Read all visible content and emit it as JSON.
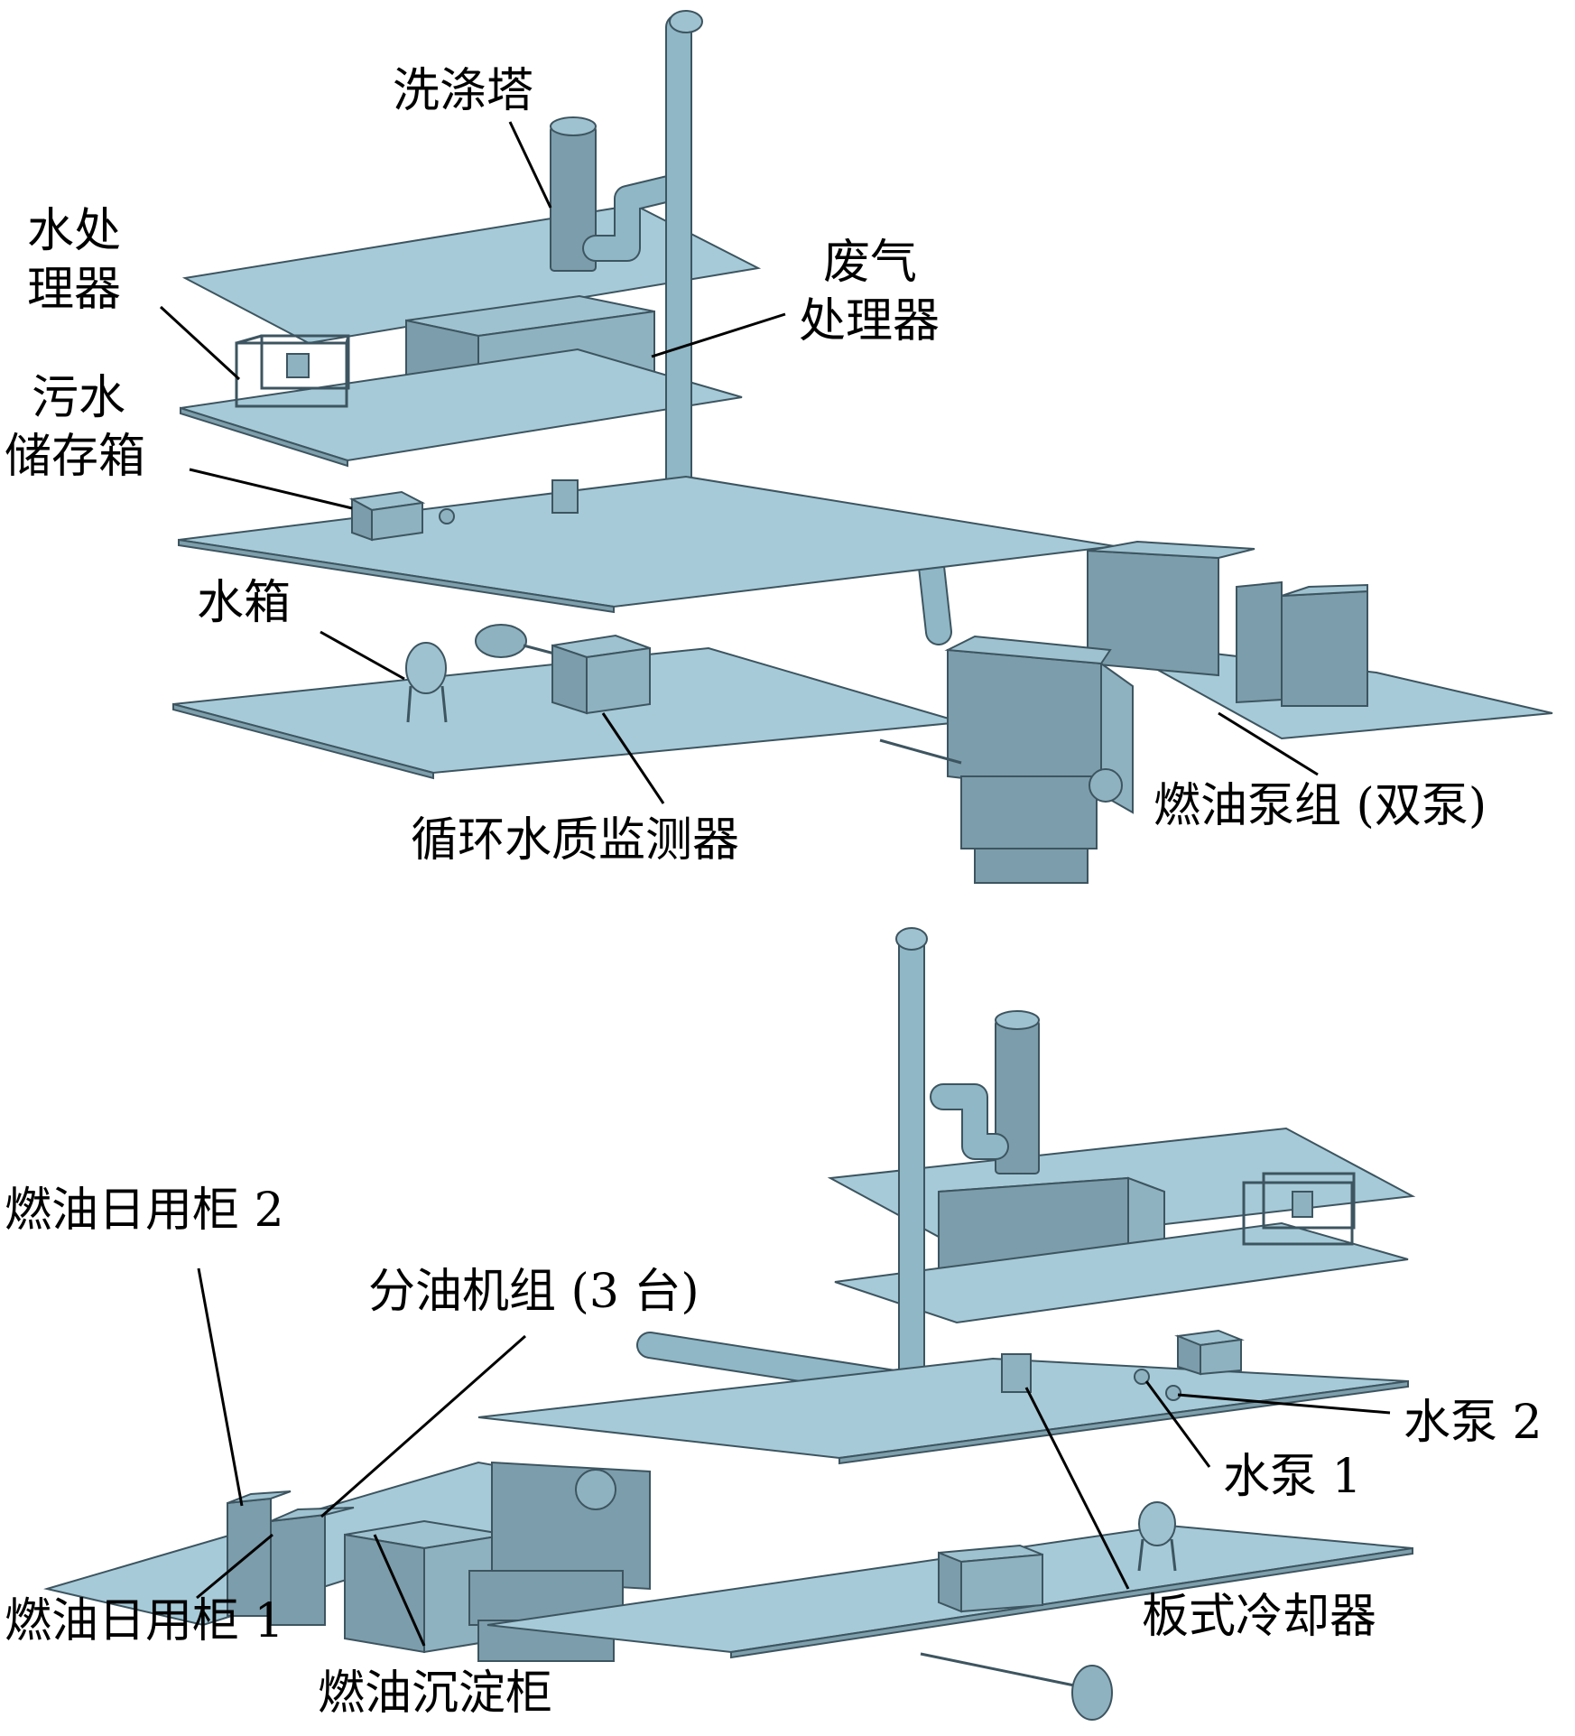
{
  "top_view": {
    "labels": {
      "scrubber": "洗涤塔",
      "water_treater_l1": "水处",
      "water_treater_l2": "理器",
      "exhaust_processor_l1": "废气",
      "exhaust_processor_l2": "处理器",
      "sewage_tank_l1": "污水",
      "sewage_tank_l2": "储存箱",
      "water_tank": "水箱",
      "water_quality_monitor": "循环水质监测器",
      "fuel_pump_set": "燃油泵组 (双泵)"
    }
  },
  "bottom_view": {
    "labels": {
      "fuel_daily_tank_2": "燃油日用柜 2",
      "separator_set": "分油机组 (3 台)",
      "water_pump_2": "水泵 2",
      "water_pump_1": "水泵 1",
      "fuel_daily_tank_1": "燃油日用柜 1",
      "plate_cooler": "板式冷却器",
      "fuel_settling_tank": "燃油沉淀柜"
    }
  },
  "colors": {
    "equipment": "#a6cad8",
    "outline": "#3d5560",
    "background": "#ffffff"
  }
}
